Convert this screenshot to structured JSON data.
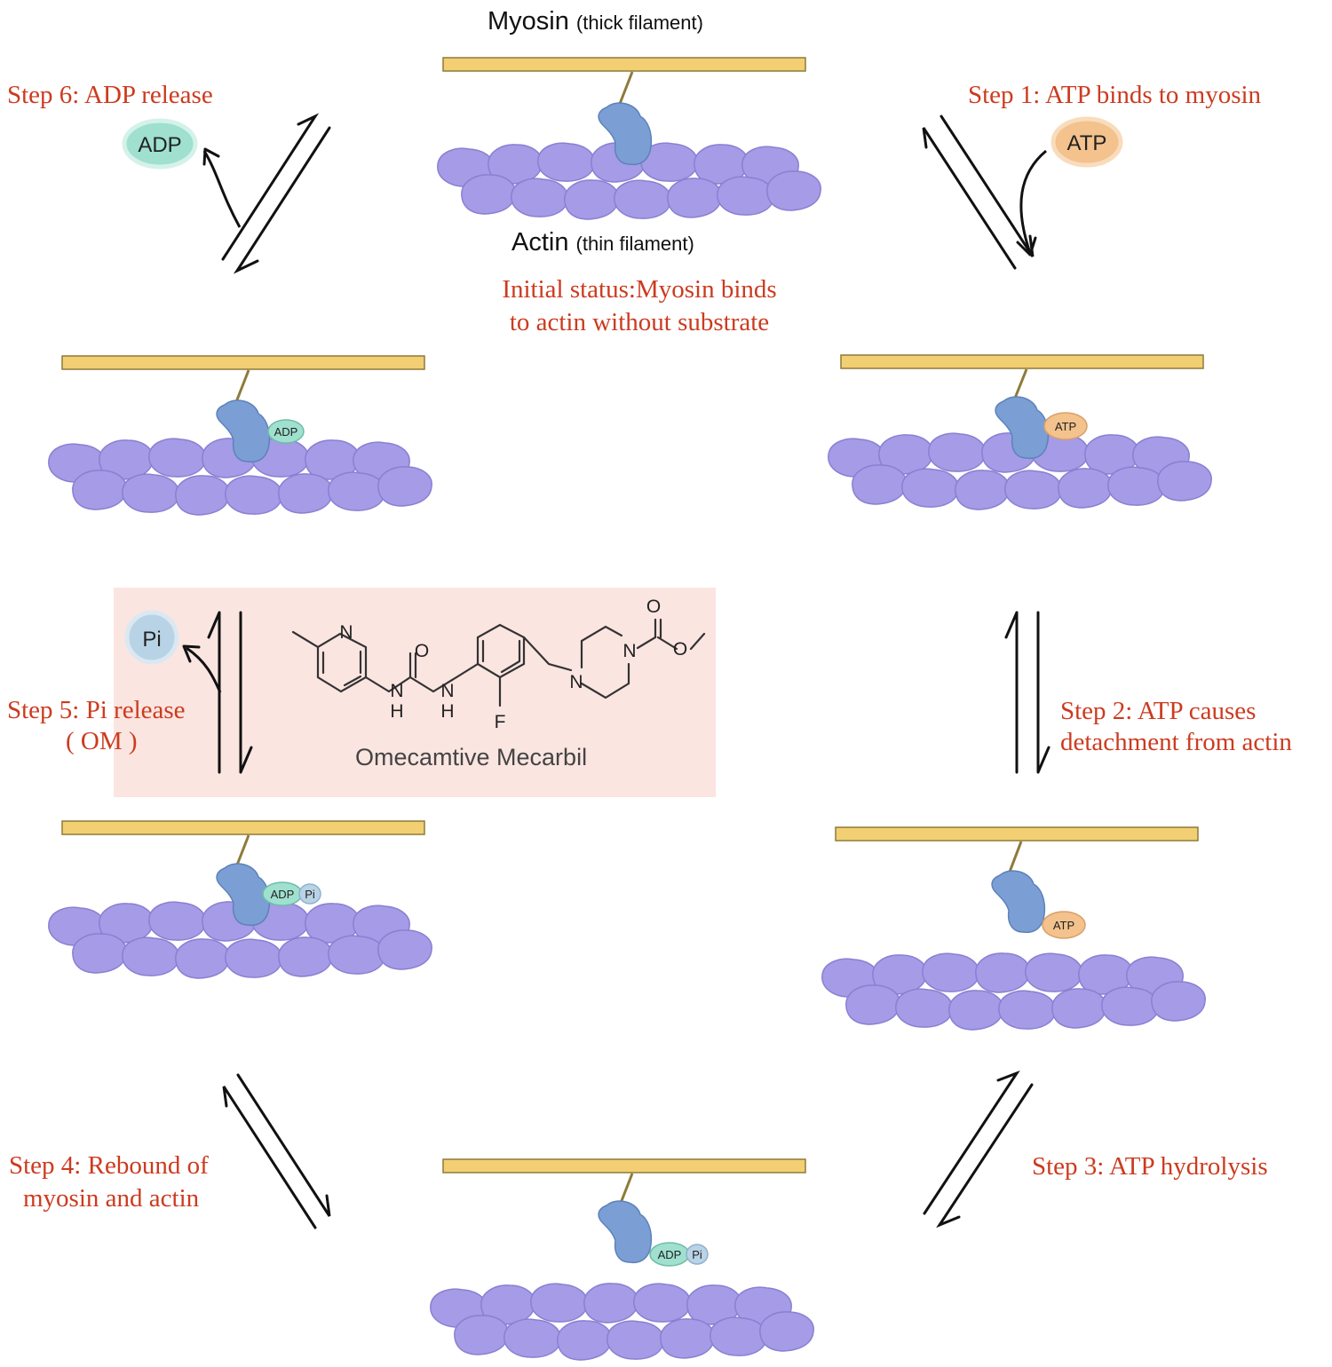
{
  "colors": {
    "label_red": "#cc3b1f",
    "thick_filament": "#f2cf72",
    "myosin_head": "#7b9fd4",
    "actin": "#a59be6",
    "adp": "#9fe0cf",
    "atp": "#f3c28d",
    "pi": "#b9d3e6",
    "drug_panel": "#fbe5e1"
  },
  "top_labels": {
    "myosin_main": "Myosin",
    "myosin_paren": "(thick filament)",
    "actin_main": "Actin",
    "actin_paren": "(thin filament)",
    "initial_line1": "Initial status:Myosin binds",
    "initial_line2": "to actin without substrate"
  },
  "steps": {
    "step1": "Step 1: ATP binds to myosin",
    "step2_line1": "Step 2: ATP causes",
    "step2_line2": "detachment from actin",
    "step3": "Step 3: ATP hydrolysis",
    "step4_line1": "Step 4: Rebound of",
    "step4_line2": "myosin and actin",
    "step5_line1": "Step 5: Pi release",
    "step5_line2": "( OM )",
    "step6": "Step 6: ADP release"
  },
  "molecules": {
    "atp": "ATP",
    "adp": "ADP",
    "pi": "Pi"
  },
  "drug": {
    "name": "Omecamtive Mecarbil",
    "atoms": {
      "n": "N",
      "o": "O",
      "h": "H",
      "f": "F"
    }
  }
}
